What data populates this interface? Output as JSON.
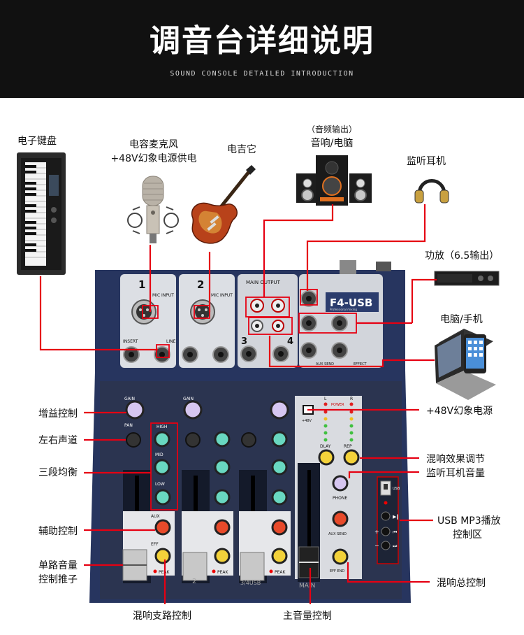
{
  "header": {
    "title": "调音台详细说明",
    "subtitle": "SOUND CONSOLE DETAILED INTRODUCTION"
  },
  "devices": {
    "keyboard": "电子键盘",
    "mic_line1": "电容麦克风",
    "mic_line2": "+48V幻象电源供电",
    "guitar": "电吉它",
    "speaker_note": "（音频输出）",
    "speaker": "音响/电脑",
    "headphones": "监听耳机",
    "amplifier": "功放（6.5输出）",
    "computer": "电脑/手机"
  },
  "left_labels": {
    "gain": "增益控制",
    "pan": "左右声道",
    "eq": "三段均衡",
    "aux": "辅助控制",
    "fader_line1": "单路音量",
    "fader_line2": "控制推子"
  },
  "right_labels": {
    "phantom": "+48V幻象电源",
    "reverb": "混响效果调节",
    "phones": "监听耳机音量",
    "usb_line1": "USB MP3播放",
    "usb_line2": "控制区",
    "eff_end": "混响总控制"
  },
  "bottom_labels": {
    "eff_send": "混响支路控制",
    "main": "主音量控制"
  },
  "mixer": {
    "ch1": "1",
    "ch2": "2",
    "ch3": "3",
    "ch4": "4",
    "mic_input": "MIC INPUT",
    "insert": "INSERT",
    "line": "LINE",
    "main_output": "MAIN OUTPUT",
    "l": "L",
    "r": "R",
    "model": "F4-USB",
    "model_sub": "Professional mixing",
    "aux_send": "AUX SEND",
    "effect": "EFFECT",
    "gain": "GAIN",
    "pan": "PAN",
    "high": "HIGH",
    "mid": "MID",
    "low": "LOW",
    "aux": "AUX",
    "eff": "EFF",
    "peak": "PEAK",
    "power": "POWER",
    "plus48v": "+48V",
    "dlay": "DLAY",
    "rep": "REP",
    "phone": "PHONE",
    "aux_send_knob": "AUX SEND",
    "eff_end_knob": "EFF END",
    "main": "MAIN",
    "ch34": "3/4USB",
    "usb": "USB"
  },
  "colors": {
    "header_bg": "#111111",
    "leader_red": "#e60012",
    "panel_navy": "#27355f",
    "panel_gray": "#d4d7dc"
  }
}
